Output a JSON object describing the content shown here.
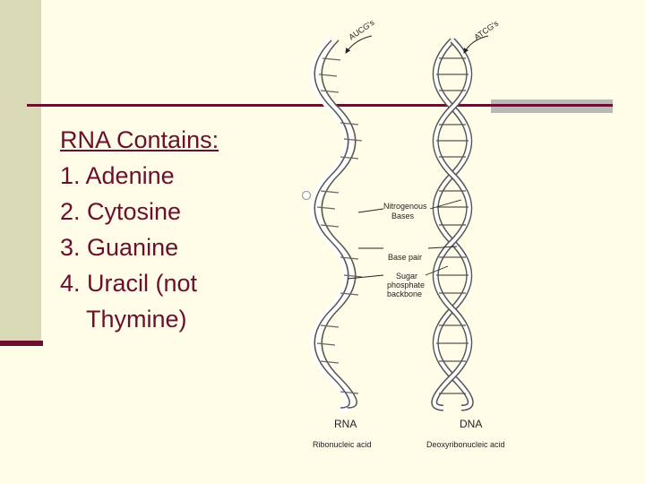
{
  "slide": {
    "heading": "RNA Contains:",
    "items": [
      "1. Adenine",
      "2. Cytosine",
      "3. Guanine",
      "4. Uracil (not"
    ],
    "item_continuation": "Thymine)"
  },
  "figure": {
    "rna_top_label": "AUCG's",
    "dna_top_label": "ATCG's",
    "nitrogenous_label_line1": "Nitrogenous",
    "nitrogenous_label_line2": "Bases",
    "base_pair_label": "Base pair",
    "sugar_label_line1": "Sugar",
    "sugar_label_line2": "phosphate",
    "sugar_label_line3": "backbone",
    "rna_title": "RNA",
    "rna_subtitle": "Ribonucleic acid",
    "dna_title": "DNA",
    "dna_subtitle": "Deoxyribonucleic acid"
  },
  "colors": {
    "accent": "#6b0f2e",
    "background": "#fffde7",
    "left_bar": "#d8dab5",
    "rule_gray": "#b9b9b9"
  }
}
